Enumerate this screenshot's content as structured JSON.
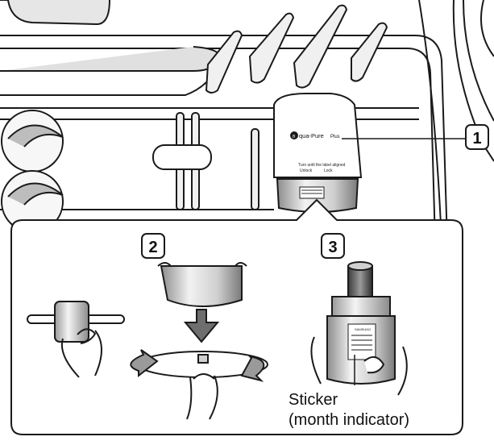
{
  "callouts": {
    "one": "1",
    "two": "2",
    "three": "3"
  },
  "filter": {
    "brand": "qua-Pure",
    "brand_suffix": "Plus",
    "brand_mark": "a",
    "instruction": "Turn until the label aligned",
    "unlock": "Unlock",
    "lock": "Lock",
    "maker": "SAMSUNG"
  },
  "sticker": {
    "line1": "Sticker",
    "line2": "(month indicator)"
  },
  "colors": {
    "line": "#1a1a1a",
    "panel_gray": "#d9d9d9",
    "filter_body": "#ececec"
  }
}
